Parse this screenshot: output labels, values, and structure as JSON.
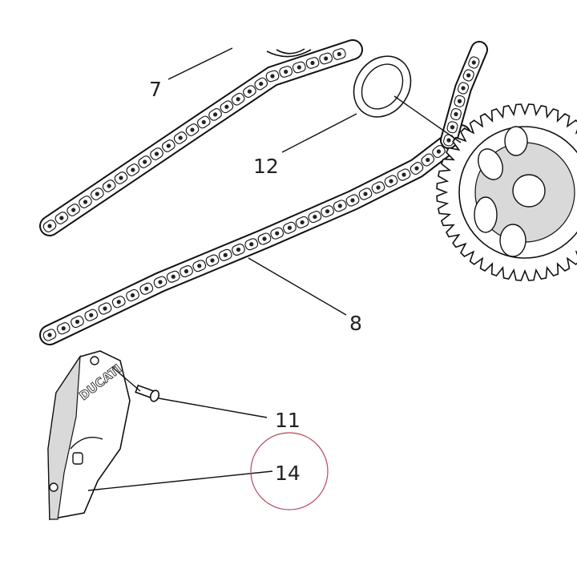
{
  "callouts": {
    "c7": "7",
    "c12": "12",
    "c8": "8",
    "c11": "11",
    "c14": "14"
  },
  "logo_text": "DUCATI",
  "colors": {
    "line": "#111111",
    "highlight_circle": "#b5485d",
    "background": "#ffffff"
  }
}
